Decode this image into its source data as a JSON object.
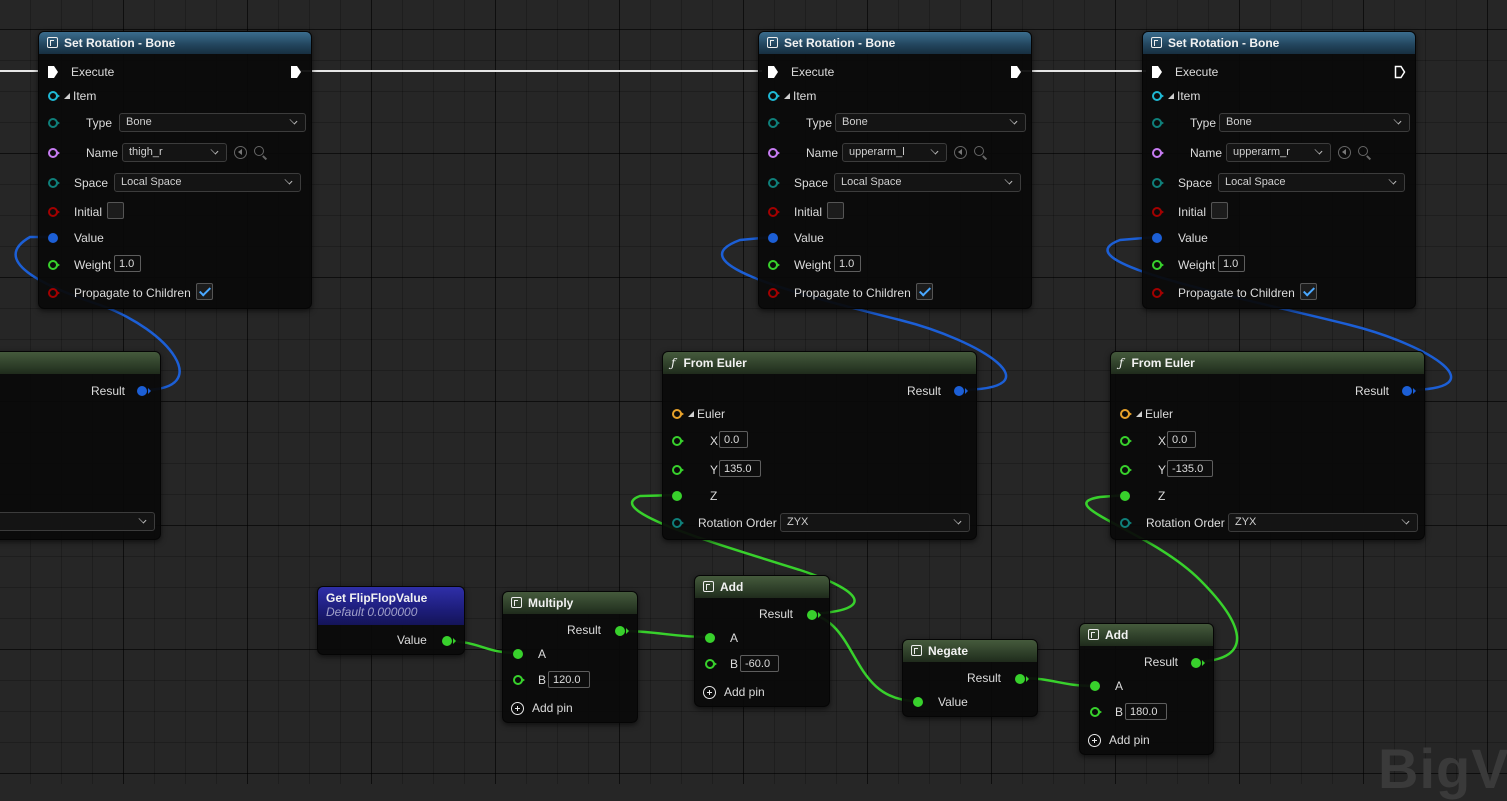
{
  "colors": {
    "exec": "#ffffff",
    "float": "#38d12c",
    "rotator": "#1c5fd6",
    "vector": "#e8a22a",
    "enum": "#0f7f7a",
    "name": "#c77cf2",
    "bool": "#a30000",
    "item": "#1fb8d4",
    "checkbox": "#4aa8ff"
  },
  "set_rotation_nodes": [
    {
      "title": "Set Rotation - Bone",
      "execute_label": "Execute",
      "item_label": "Item",
      "type_label": "Type",
      "type_value": "Bone",
      "name_label": "Name",
      "name_value": "thigh_r",
      "space_label": "Space",
      "space_value": "Local Space",
      "initial_label": "Initial",
      "value_label": "Value",
      "weight_label": "Weight",
      "weight_value": "1.0",
      "propagate_label": "Propagate to Children",
      "propagate_checked": true
    },
    {
      "title": "Set Rotation - Bone",
      "execute_label": "Execute",
      "item_label": "Item",
      "type_label": "Type",
      "type_value": "Bone",
      "name_label": "Name",
      "name_value": "upperarm_l",
      "space_label": "Space",
      "space_value": "Local Space",
      "initial_label": "Initial",
      "value_label": "Value",
      "weight_label": "Weight",
      "weight_value": "1.0",
      "propagate_label": "Propagate to Children",
      "propagate_checked": true
    },
    {
      "title": "Set Rotation - Bone",
      "execute_label": "Execute",
      "item_label": "Item",
      "type_label": "Type",
      "type_value": "Bone",
      "name_label": "Name",
      "name_value": "upperarm_r",
      "space_label": "Space",
      "space_value": "Local Space",
      "initial_label": "Initial",
      "value_label": "Value",
      "weight_label": "Weight",
      "weight_value": "1.0",
      "propagate_label": "Propagate to Children",
      "propagate_checked": true
    }
  ],
  "partial_node": {
    "result_label": "Result"
  },
  "from_euler_nodes": [
    {
      "title": "From Euler",
      "result_label": "Result",
      "euler_label": "Euler",
      "x_label": "X",
      "x_value": "0.0",
      "y_label": "Y",
      "y_value": "135.0",
      "z_label": "Z",
      "rotation_order_label": "Rotation Order",
      "rotation_order_value": "ZYX"
    },
    {
      "title": "From Euler",
      "result_label": "Result",
      "euler_label": "Euler",
      "x_label": "X",
      "x_value": "0.0",
      "y_label": "Y",
      "y_value": "-135.0",
      "z_label": "Z",
      "rotation_order_label": "Rotation Order",
      "rotation_order_value": "ZYX"
    }
  ],
  "get_flipflop": {
    "title": "Get FlipFlopValue",
    "subtitle": "Default 0.000000",
    "value_label": "Value"
  },
  "multiply": {
    "title": "Multiply",
    "result_label": "Result",
    "a_label": "A",
    "b_label": "B",
    "b_value": "120.0",
    "add_pin_label": "Add pin"
  },
  "add1": {
    "title": "Add",
    "result_label": "Result",
    "a_label": "A",
    "b_label": "B",
    "b_value": "-60.0",
    "add_pin_label": "Add pin"
  },
  "negate": {
    "title": "Negate",
    "result_label": "Result",
    "value_label": "Value"
  },
  "add2": {
    "title": "Add",
    "result_label": "Result",
    "a_label": "A",
    "b_label": "B",
    "b_value": "180.0",
    "add_pin_label": "Add pin"
  },
  "watermark": "BigV"
}
